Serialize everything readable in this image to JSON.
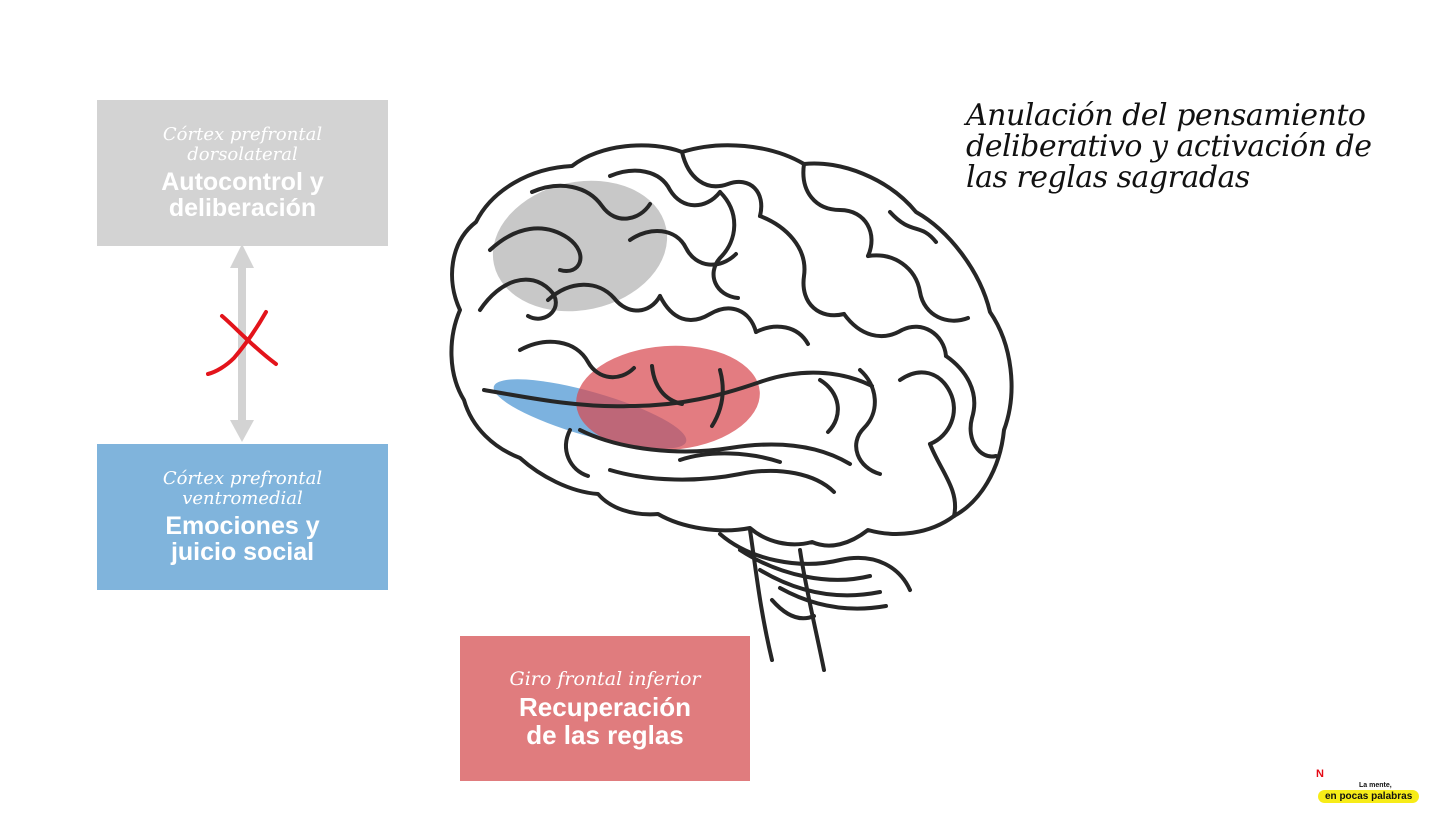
{
  "title": "Anulación del pensamiento\ndeliberativo y activación de\nlas reglas sagradas",
  "boxes": {
    "dlpfc": {
      "region": "Córtex prefrontal\ndorsolateral",
      "function": "Autocontrol y\ndeliberación",
      "color": "#d3d3d3"
    },
    "vmpfc": {
      "region": "Córtex prefrontal\nventromedial",
      "function": "Emociones y\njuicio social",
      "color": "#80b4dc"
    },
    "ifg": {
      "region": "Giro frontal inferior",
      "function": "Recuperación\nde las reglas",
      "color": "#e07c7e"
    }
  },
  "connection": {
    "blocked_mark_color": "#e3141b"
  },
  "logo": {
    "small_text": "La mente,",
    "pill_text": "en pocas palabras",
    "brand_letter": "N"
  }
}
